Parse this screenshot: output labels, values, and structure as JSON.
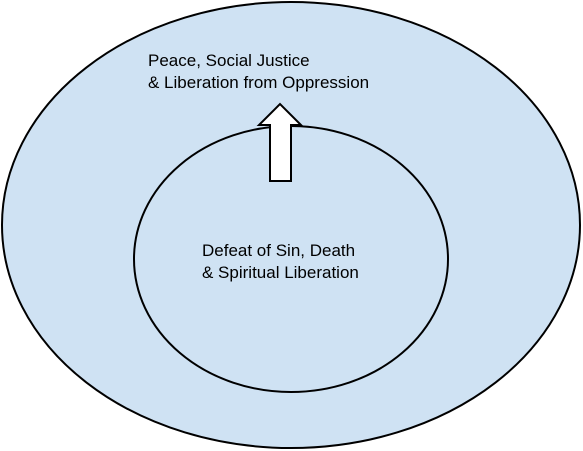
{
  "colors": {
    "ellipse_fill": "#cfe2f3",
    "stroke": "#000000",
    "arrow_fill": "#ffffff"
  },
  "outer": {
    "line1": "Peace, Social Justice",
    "line2": "& Liberation from Oppression"
  },
  "inner": {
    "line1": "Defeat of Sin, Death",
    "line2": "& Spiritual Liberation"
  },
  "arrow": {
    "direction": "up",
    "icon": "up-arrow-icon"
  }
}
